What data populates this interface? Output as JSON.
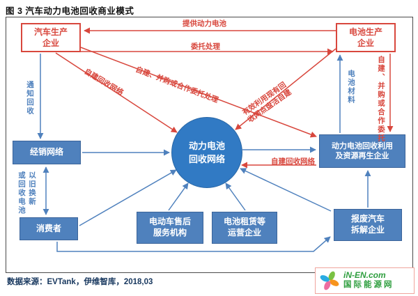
{
  "title": "图 3 汽车动力电池回收商业模式",
  "source": "数据来源：EVTank，伊维智库，2018,03",
  "watermark": {
    "site": "iN-EN.com",
    "name": "国际能源网"
  },
  "colors": {
    "red": "#d8473d",
    "blue": "#4f81bd",
    "circle_fill": "#317ac4",
    "source_text": "#17375e"
  },
  "nodes": {
    "auto_maker": {
      "line1": "汽车生产",
      "line2": "企业"
    },
    "battery_maker": {
      "line1": "电池生产",
      "line2": "企业"
    },
    "recycle_network": {
      "line1": "动力电池",
      "line2": "回收网络"
    },
    "dealer_network": {
      "label": "经销网络"
    },
    "consumer": {
      "label": "消费者"
    },
    "after_sales": {
      "line1": "电动车售后",
      "line2": "服务机构"
    },
    "battery_leasing": {
      "line1": "电池租赁等",
      "line2": "运营企业"
    },
    "recycler": {
      "line1": "动力电池回收利用",
      "line2": "及资源再生企业"
    },
    "dismantler": {
      "line1": "报废汽车",
      "line2": "拆解企业"
    }
  },
  "edges": {
    "provide_battery": "提供动力电池",
    "entrust": "委托处理",
    "self_build_left": "自建回收网络",
    "build_ma_coop": "自建、并购或合作委托处理",
    "use_existing_1": "有效利用现有回",
    "use_existing_2": "收网点盘活自建",
    "battery_material": "电池材料",
    "build_ma_coop_right": "自建、并购或合作委托",
    "notify": "通知回收",
    "trade_in_1": "以旧换新",
    "trade_in_2": "或回收电池",
    "self_build_right": "自建回收网络"
  }
}
